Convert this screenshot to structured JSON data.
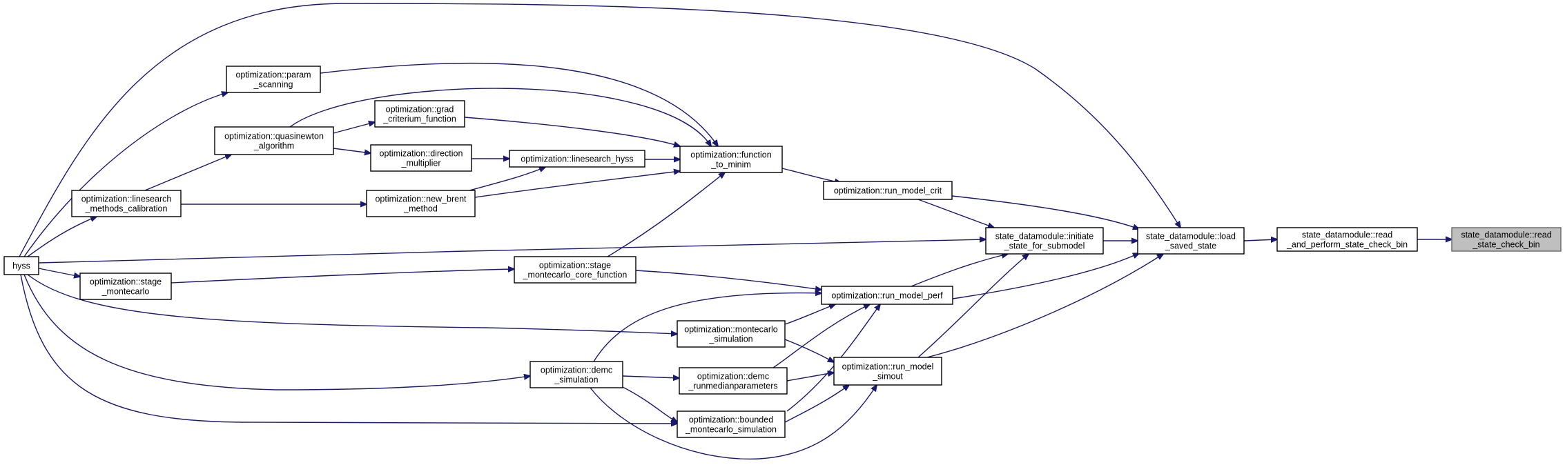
{
  "graph": {
    "title": "",
    "edge_color": "#191970",
    "highlight_fill": "#bfbfbf",
    "nodes": [
      {
        "id": "read_state_check_bin",
        "lines": [
          "state_datamodule::read",
          "_state_check_bin"
        ],
        "highlight": true
      },
      {
        "id": "read_and_perform_state_check_bin",
        "lines": [
          "state_datamodule::read",
          "_and_perform_state_check_bin"
        ]
      },
      {
        "id": "load_saved_state",
        "lines": [
          "state_datamodule::load",
          "_saved_state"
        ]
      },
      {
        "id": "initiate_state_for_submodel",
        "lines": [
          "state_datamodule::initiate",
          "_state_for_submodel"
        ]
      },
      {
        "id": "run_model_crit",
        "lines": [
          "optimization::run_model_crit"
        ]
      },
      {
        "id": "run_model_perf",
        "lines": [
          "optimization::run_model_perf"
        ]
      },
      {
        "id": "run_model_simout",
        "lines": [
          "optimization::run_model",
          "_simout"
        ]
      },
      {
        "id": "function_to_minim",
        "lines": [
          "optimization::function",
          "_to_minim"
        ]
      },
      {
        "id": "param_scanning",
        "lines": [
          "optimization::param",
          "_scanning"
        ]
      },
      {
        "id": "grad_criterium_function",
        "lines": [
          "optimization::grad",
          "_criterium_function"
        ]
      },
      {
        "id": "quasinewton_algorithm",
        "lines": [
          "optimization::quasinewton",
          "_algorithm"
        ]
      },
      {
        "id": "direction_multiplier",
        "lines": [
          "optimization::direction",
          "_multiplier"
        ]
      },
      {
        "id": "linesearch_hyss",
        "lines": [
          "optimization::linesearch_hyss"
        ]
      },
      {
        "id": "linesearch_methods_calibration",
        "lines": [
          "optimization::linesearch",
          "_methods_calibration"
        ]
      },
      {
        "id": "new_brent_method",
        "lines": [
          "optimization::new_brent",
          "_method"
        ]
      },
      {
        "id": "hyss",
        "lines": [
          "hyss"
        ]
      },
      {
        "id": "stage_montecarlo",
        "lines": [
          "optimization::stage",
          "_montecarlo"
        ]
      },
      {
        "id": "stage_montecarlo_core_function",
        "lines": [
          "optimization::stage",
          "_montecarlo_core_function"
        ]
      },
      {
        "id": "montecarlo_simulation",
        "lines": [
          "optimization::montecarlo",
          "_simulation"
        ]
      },
      {
        "id": "demc_simulation",
        "lines": [
          "optimization::demc",
          "_simulation"
        ]
      },
      {
        "id": "demc_runmedianparameters",
        "lines": [
          "optimization::demc",
          "_runmedianparameters"
        ]
      },
      {
        "id": "bounded_montecarlo_simulation",
        "lines": [
          "optimization::bounded",
          "_montecarlo_simulation"
        ]
      }
    ]
  }
}
